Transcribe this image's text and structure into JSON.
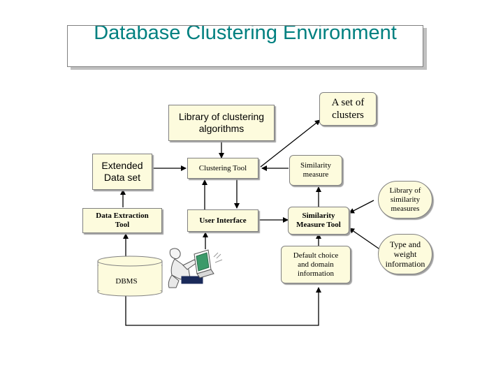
{
  "title": "Database Clustering Environment",
  "nodes": {
    "library_algorithms": "Library of clustering algorithms",
    "set_of_clusters": "A set of clusters",
    "extended_dataset": "Extended Data set",
    "clustering_tool": "Clustering Tool",
    "similarity_measure": "Similarity measure",
    "data_extraction_tool": "Data Extraction Tool",
    "user_interface": "User Interface",
    "similarity_measure_tool": "Similarity Measure Tool",
    "library_similarity": "Library of similarity measures",
    "default_choice": "Default choice and domain information",
    "type_weight": "Type and weight information",
    "dbms": "DBMS"
  },
  "icons": {
    "user": "user-at-computer-icon"
  },
  "colors": {
    "title": "#008080",
    "box_fill": "#fdfbdd",
    "border": "#808080",
    "shadow": "#c0c0c0"
  }
}
